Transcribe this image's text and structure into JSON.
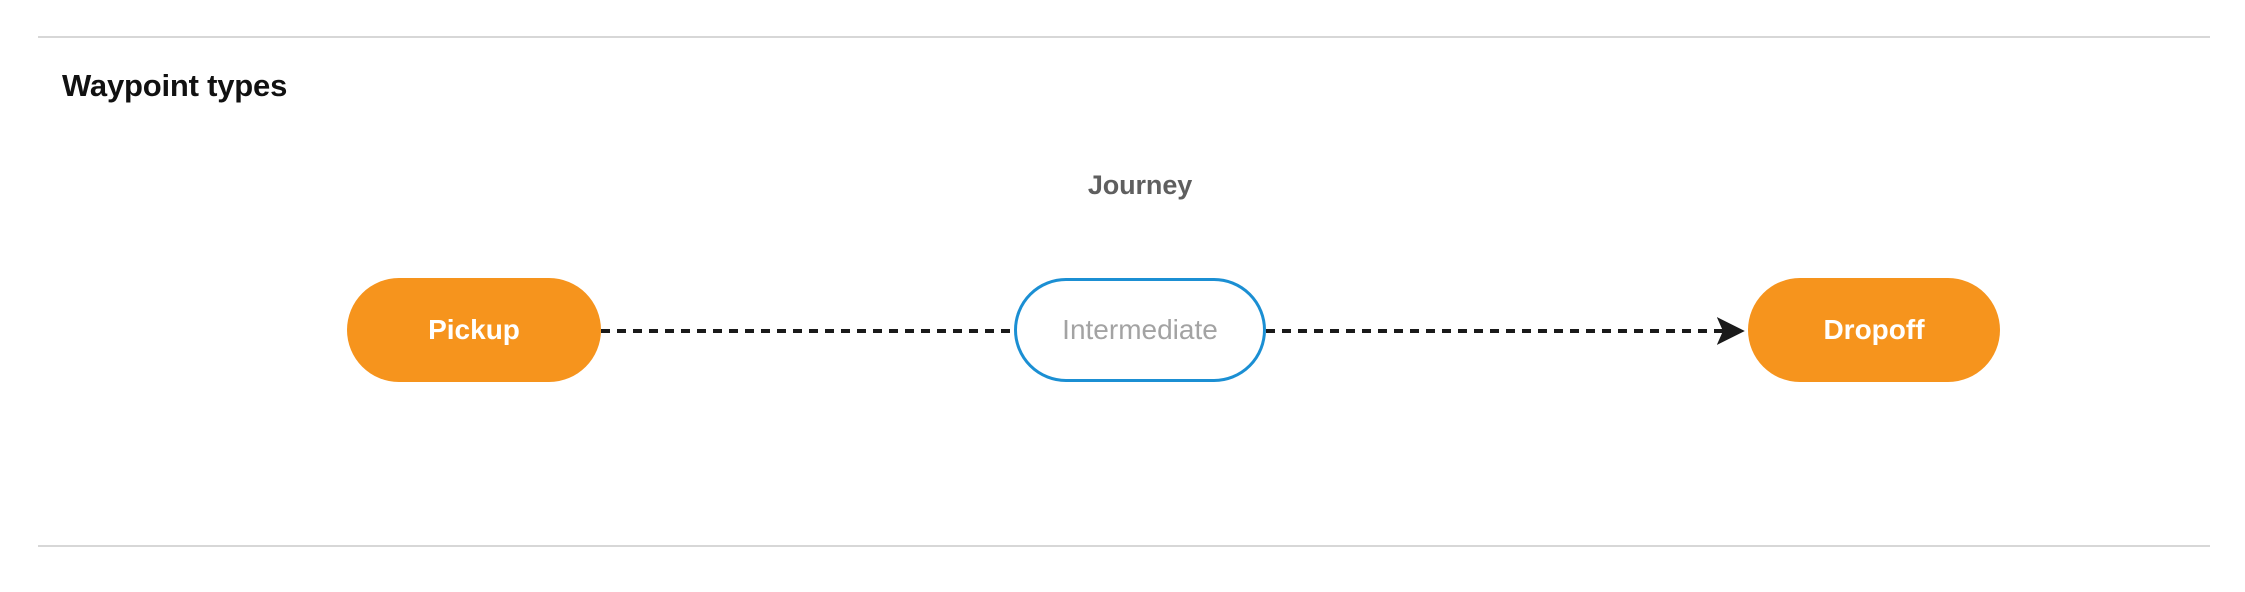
{
  "section": {
    "title": "Waypoint types"
  },
  "diagram": {
    "caption": "Journey",
    "nodes": [
      {
        "id": "pickup",
        "label": "Pickup",
        "style": "filled",
        "fill": "#f6941d",
        "text_color": "#ffffff"
      },
      {
        "id": "intermediate",
        "label": "Intermediate",
        "style": "outlined",
        "fill": "#ffffff",
        "border_color": "#1b8fd3",
        "text_color": "#a3a3a3"
      },
      {
        "id": "dropoff",
        "label": "Dropoff",
        "style": "filled",
        "fill": "#f6941d",
        "text_color": "#ffffff"
      }
    ],
    "edges": [
      {
        "id": "pickup-to-intermediate",
        "from": "pickup",
        "to": "intermediate",
        "line_style": "dashed",
        "color": "#1a1a1a",
        "arrowhead": false
      },
      {
        "id": "intermediate-to-dropoff",
        "from": "intermediate",
        "to": "dropoff",
        "line_style": "dashed",
        "color": "#1a1a1a",
        "arrowhead": true
      }
    ]
  },
  "dividers": {
    "color": "#d7d7d7"
  }
}
